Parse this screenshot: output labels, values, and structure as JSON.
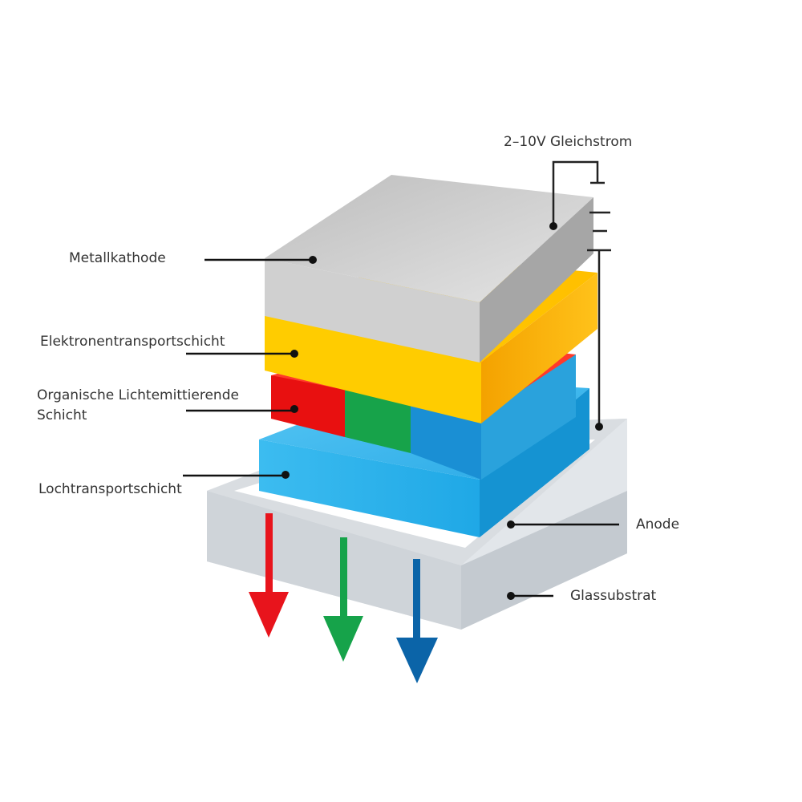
{
  "labels": {
    "power": "2–10V Gleichstrom",
    "cathode": "Metallkathode",
    "etl": "Elektronentransportschicht",
    "eml_line1": "Organische Lichtemittierende",
    "eml_line2": "Schicht",
    "htl": "Lochtransportschicht",
    "anode": "Anode",
    "substrate": "Glassubstrat"
  },
  "colors": {
    "cathode": "#c8c8c8",
    "etl": "#ffcc00",
    "emitter_red": "#e81010",
    "emitter_green": "#17a34a",
    "emitter_blue": "#1a8fd4",
    "htl": "#2eb4ec",
    "substrate": "#d3d8dd",
    "arrow_red": "#e8141c",
    "arrow_green": "#16a34a",
    "arrow_blue": "#0b64a8"
  }
}
